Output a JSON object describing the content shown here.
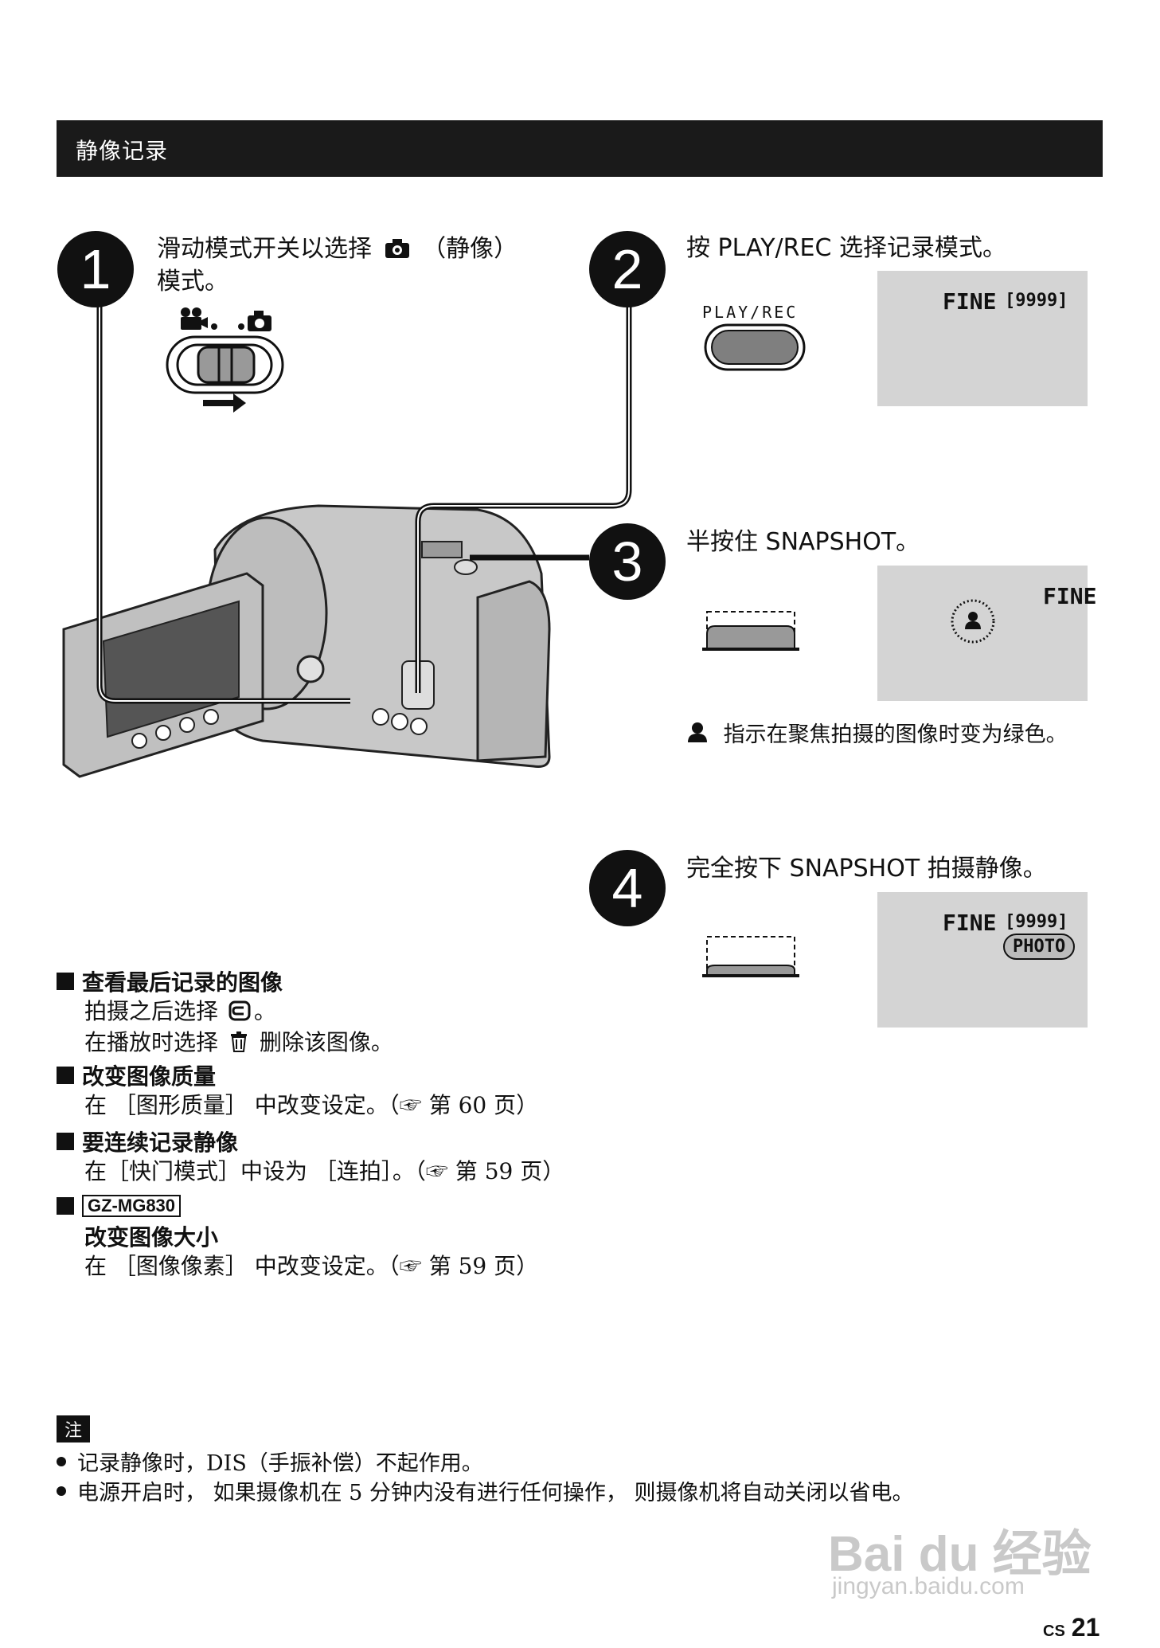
{
  "header": {
    "title": "静像记录"
  },
  "steps": [
    {
      "number": "1",
      "text_a": "滑动模式开关以选择",
      "text_b": "（静像）",
      "text_c": "模式。"
    },
    {
      "number": "2",
      "text": "按 PLAY/REC 选择记录模式。",
      "button_label": "PLAY/REC",
      "screen_quality": "FINE",
      "screen_count": "[9999]"
    },
    {
      "number": "3",
      "text": "半按住 SNAPSHOT。",
      "screen_quality": "FINE",
      "note": "指示在聚焦拍摄的图像时变为绿色。"
    },
    {
      "number": "4",
      "text": "完全按下 SNAPSHOT 拍摄静像。",
      "screen_quality": "FINE",
      "screen_count": "[9999]",
      "screen_badge": "PHOTO"
    }
  ],
  "sections": [
    {
      "title": "查看最后记录的图像",
      "line1_a": "拍摄之后选择",
      "line1_b": "。",
      "line2_a": "在播放时选择",
      "line2_b": "删除该图像。"
    },
    {
      "title": "改变图像质量",
      "line": "在 ［图形质量］ 中改变设定。（☞ 第 60 页）"
    },
    {
      "title": "要连续记录静像",
      "line": "在［快门模式］中设为 ［连拍］。（☞ 第 59 页）"
    },
    {
      "model": "GZ-MG830",
      "title": "改变图像大小",
      "line": "在 ［图像像素］ 中改变设定。（☞ 第 59 页）"
    }
  ],
  "notes": {
    "tag": "注",
    "items": [
      "记录静像时，DIS（手振补偿）不起作用。",
      "电源开启时， 如果摄像机在 5 分钟内没有进行任何操作， 则摄像机将自动关闭以省电。"
    ]
  },
  "footer": {
    "lang": "CS",
    "page": "21"
  },
  "watermark": {
    "brand": "Bai du 经验",
    "url": "jingyan.baidu.com"
  }
}
